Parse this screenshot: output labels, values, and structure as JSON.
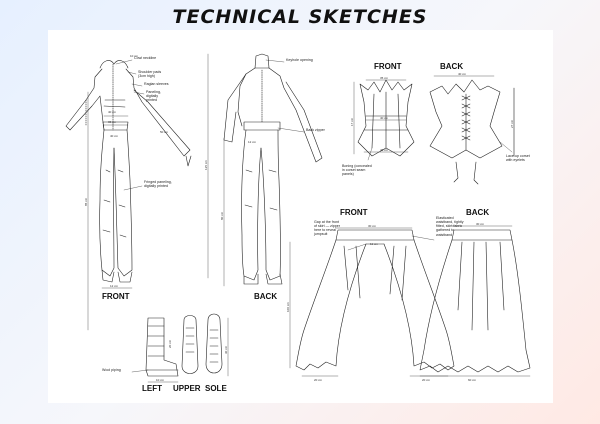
{
  "page": {
    "title": "TECHNICAL SKETCHES"
  },
  "views": {
    "jumpsuit_front": "FRONT",
    "jumpsuit_back": "BACK",
    "corset_front": "FRONT",
    "corset_back": "BACK",
    "skirt_front": "FRONT",
    "skirt_back": "BACK",
    "boot_left": "LEFT",
    "boot_upper": "UPPER",
    "boot_sole": "SOLE"
  },
  "annotations": {
    "cowl": "Cowl neckline",
    "shoulder": "Shoulder pads (3cm high)",
    "raglan": "Raglan sleeves",
    "paneling": "Paneling, digitally printed",
    "fringed": "Fringed paneling, digitally printed",
    "keyhole": "Keyhole opening",
    "back_zipper": "Back zipper",
    "boning": "Boning (concealed in corset seam panels)",
    "laceup": "Lace-up corset with eyelets",
    "gap": "Gap at the front of skirt — zipper here to reveal jumpsuit",
    "waistband": "Elasticated waistband, tightly fitted, skirt fabric gathered to waistband",
    "wool": "Wool piping"
  },
  "dimensions": {
    "jf_top": "10 cm",
    "jf_bust": "40 cm",
    "jf_waist": "36 cm",
    "jf_hip": "40 cm",
    "jf_cuff": "12 cm",
    "jf_sleeve": "50 cm",
    "jf_leg": "85 cm",
    "jb_total": "125 cm",
    "jb_leg": "80 cm",
    "jb_short": "12 cm",
    "cf_top": "35 cm",
    "cf_mid": "40 cm",
    "cf_bot": "40 cm",
    "cf_height": "17 cm",
    "cb_top": "40 cm",
    "cb_height": "27 cm",
    "sf_waist": "30 cm",
    "sf_small": "11 cm",
    "sf_length": "100 cm",
    "sf_hem_left": "20 cm",
    "sf_hem_right": "20 cm",
    "sb_waist": "30 cm",
    "sb_hem": "60 cm",
    "boot_width": "10 cm",
    "boot_height": "20 cm",
    "sole_height": "30 cm"
  }
}
